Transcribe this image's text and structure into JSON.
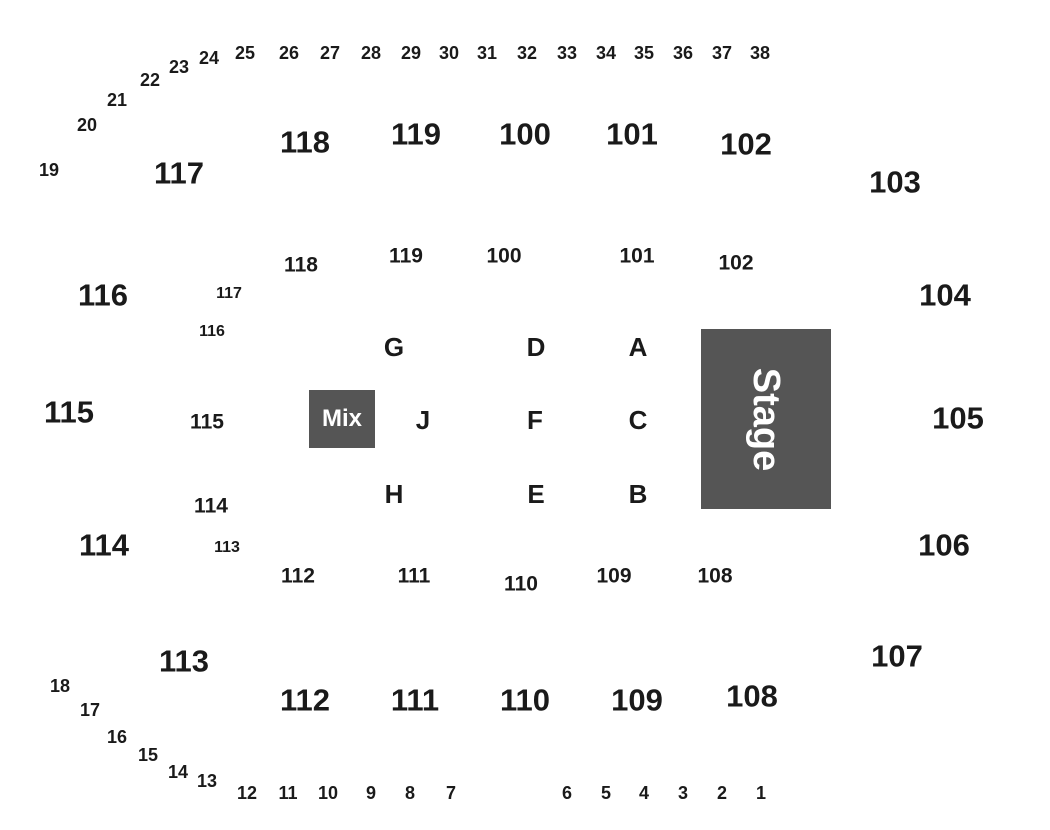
{
  "map": {
    "stage_label": "Stage",
    "mix_label": "Mix",
    "colors": {
      "block": "#555555",
      "text": "#1a1a1a",
      "background": "#ffffff"
    },
    "upper_sections": [
      "118",
      "119",
      "100",
      "101",
      "102",
      "103",
      "104",
      "105",
      "106",
      "107",
      "108",
      "109",
      "110",
      "111",
      "112",
      "113",
      "114",
      "115",
      "116",
      "117"
    ],
    "lower_sections": [
      "118",
      "119",
      "100",
      "101",
      "102",
      "112",
      "111",
      "110",
      "109",
      "108",
      "117",
      "116",
      "115",
      "114",
      "113"
    ],
    "floor_sections": [
      "G",
      "D",
      "A",
      "J",
      "F",
      "C",
      "H",
      "E",
      "B"
    ],
    "rows": [
      "1",
      "2",
      "3",
      "4",
      "5",
      "6",
      "7",
      "8",
      "9",
      "10",
      "11",
      "12",
      "13",
      "14",
      "15",
      "16",
      "17",
      "18",
      "19",
      "20",
      "21",
      "22",
      "23",
      "24",
      "25",
      "26",
      "27",
      "28",
      "29",
      "30",
      "31",
      "32",
      "33",
      "34",
      "35",
      "36",
      "37",
      "38"
    ]
  }
}
